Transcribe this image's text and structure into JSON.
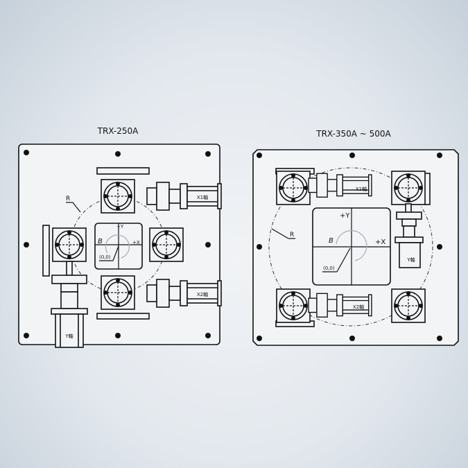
{
  "diagrams": [
    {
      "title": "TRX-250A",
      "radius_label": "R",
      "angle_label": "B",
      "plus_y": "+Y",
      "plus_x": "+X",
      "origin": "(0,0)",
      "x1_label": "X1軸",
      "x2_label": "X2軸",
      "y_label": "Y軸"
    },
    {
      "title": "TRX-350A ~ 500A",
      "radius_label": "R",
      "angle_label": "B",
      "plus_y": "+Y",
      "plus_x": "+X",
      "origin": "(0,0)",
      "x1_label": "X1軸",
      "x2_label": "X2軸",
      "y_label": "Y軸"
    }
  ]
}
